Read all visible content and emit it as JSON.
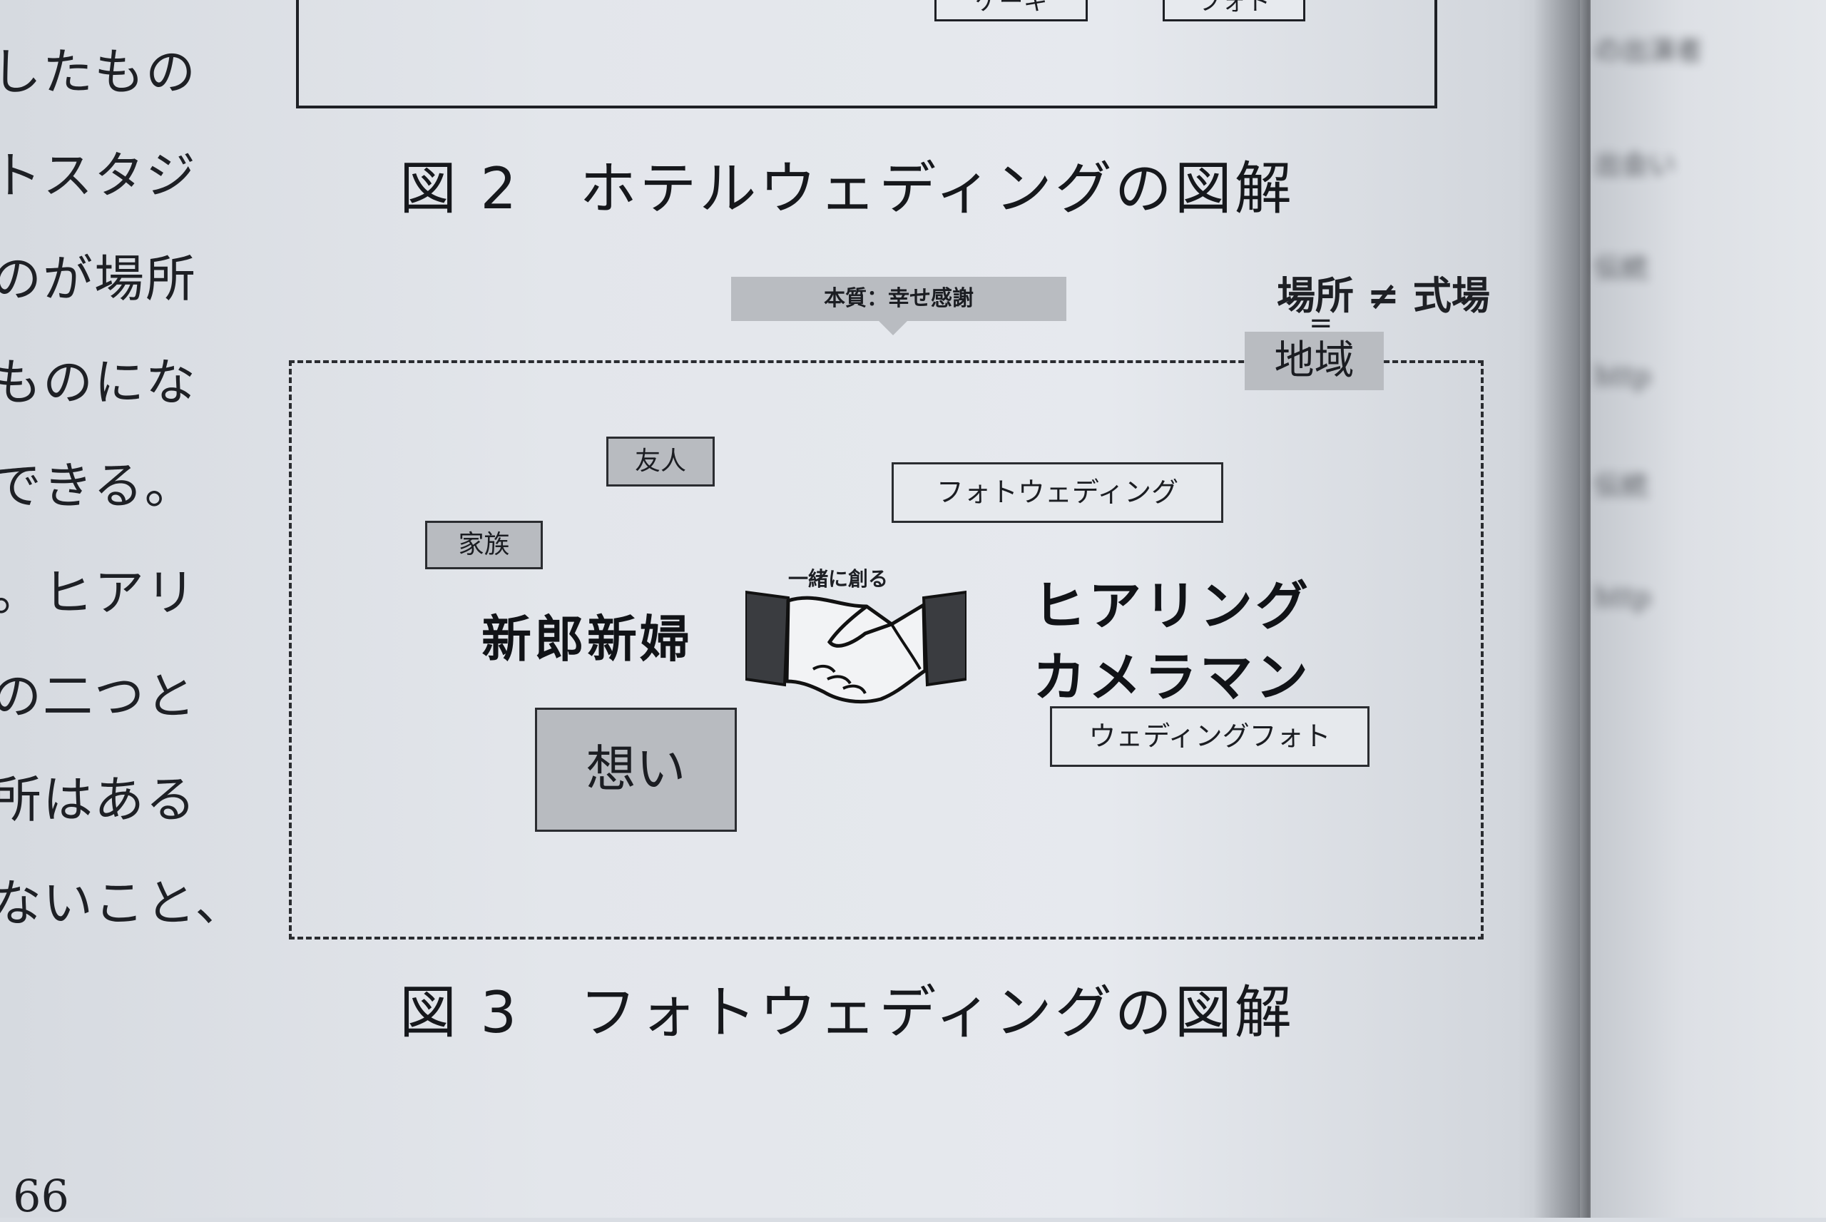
{
  "left_column": [
    "したもの",
    "トスタジ",
    "のが場所",
    "ものにな",
    "できる。",
    "。ヒアリ",
    "の二つと",
    "所はある",
    "ないこと、"
  ],
  "figure2": {
    "sub_box_left": "ケーキ",
    "sub_box_right": "フォト",
    "caption": "図 2　ホテルウェディングの図解"
  },
  "figure3": {
    "essence_tag": "本質：幸せ感謝",
    "place_note": "場所 ≠ 式場",
    "equals": "=",
    "region_tag": "地域",
    "friend_box": "友人",
    "family_box": "家族",
    "photo_wedding_box": "フォトウェディング",
    "together_label": "一緒に創る",
    "couple_label": "新郎新婦",
    "hearing_label": "ヒアリング",
    "cameraman_label": "カメラマン",
    "wedding_photo_box": "ウェディングフォト",
    "feelings_box": "想い",
    "caption": "図 3　フォトウェディングの図解"
  },
  "page_number": "66",
  "right_page_lines": [
    "の出演者",
    "出会い",
    "伝統",
    "http",
    "伝統",
    "http"
  ]
}
